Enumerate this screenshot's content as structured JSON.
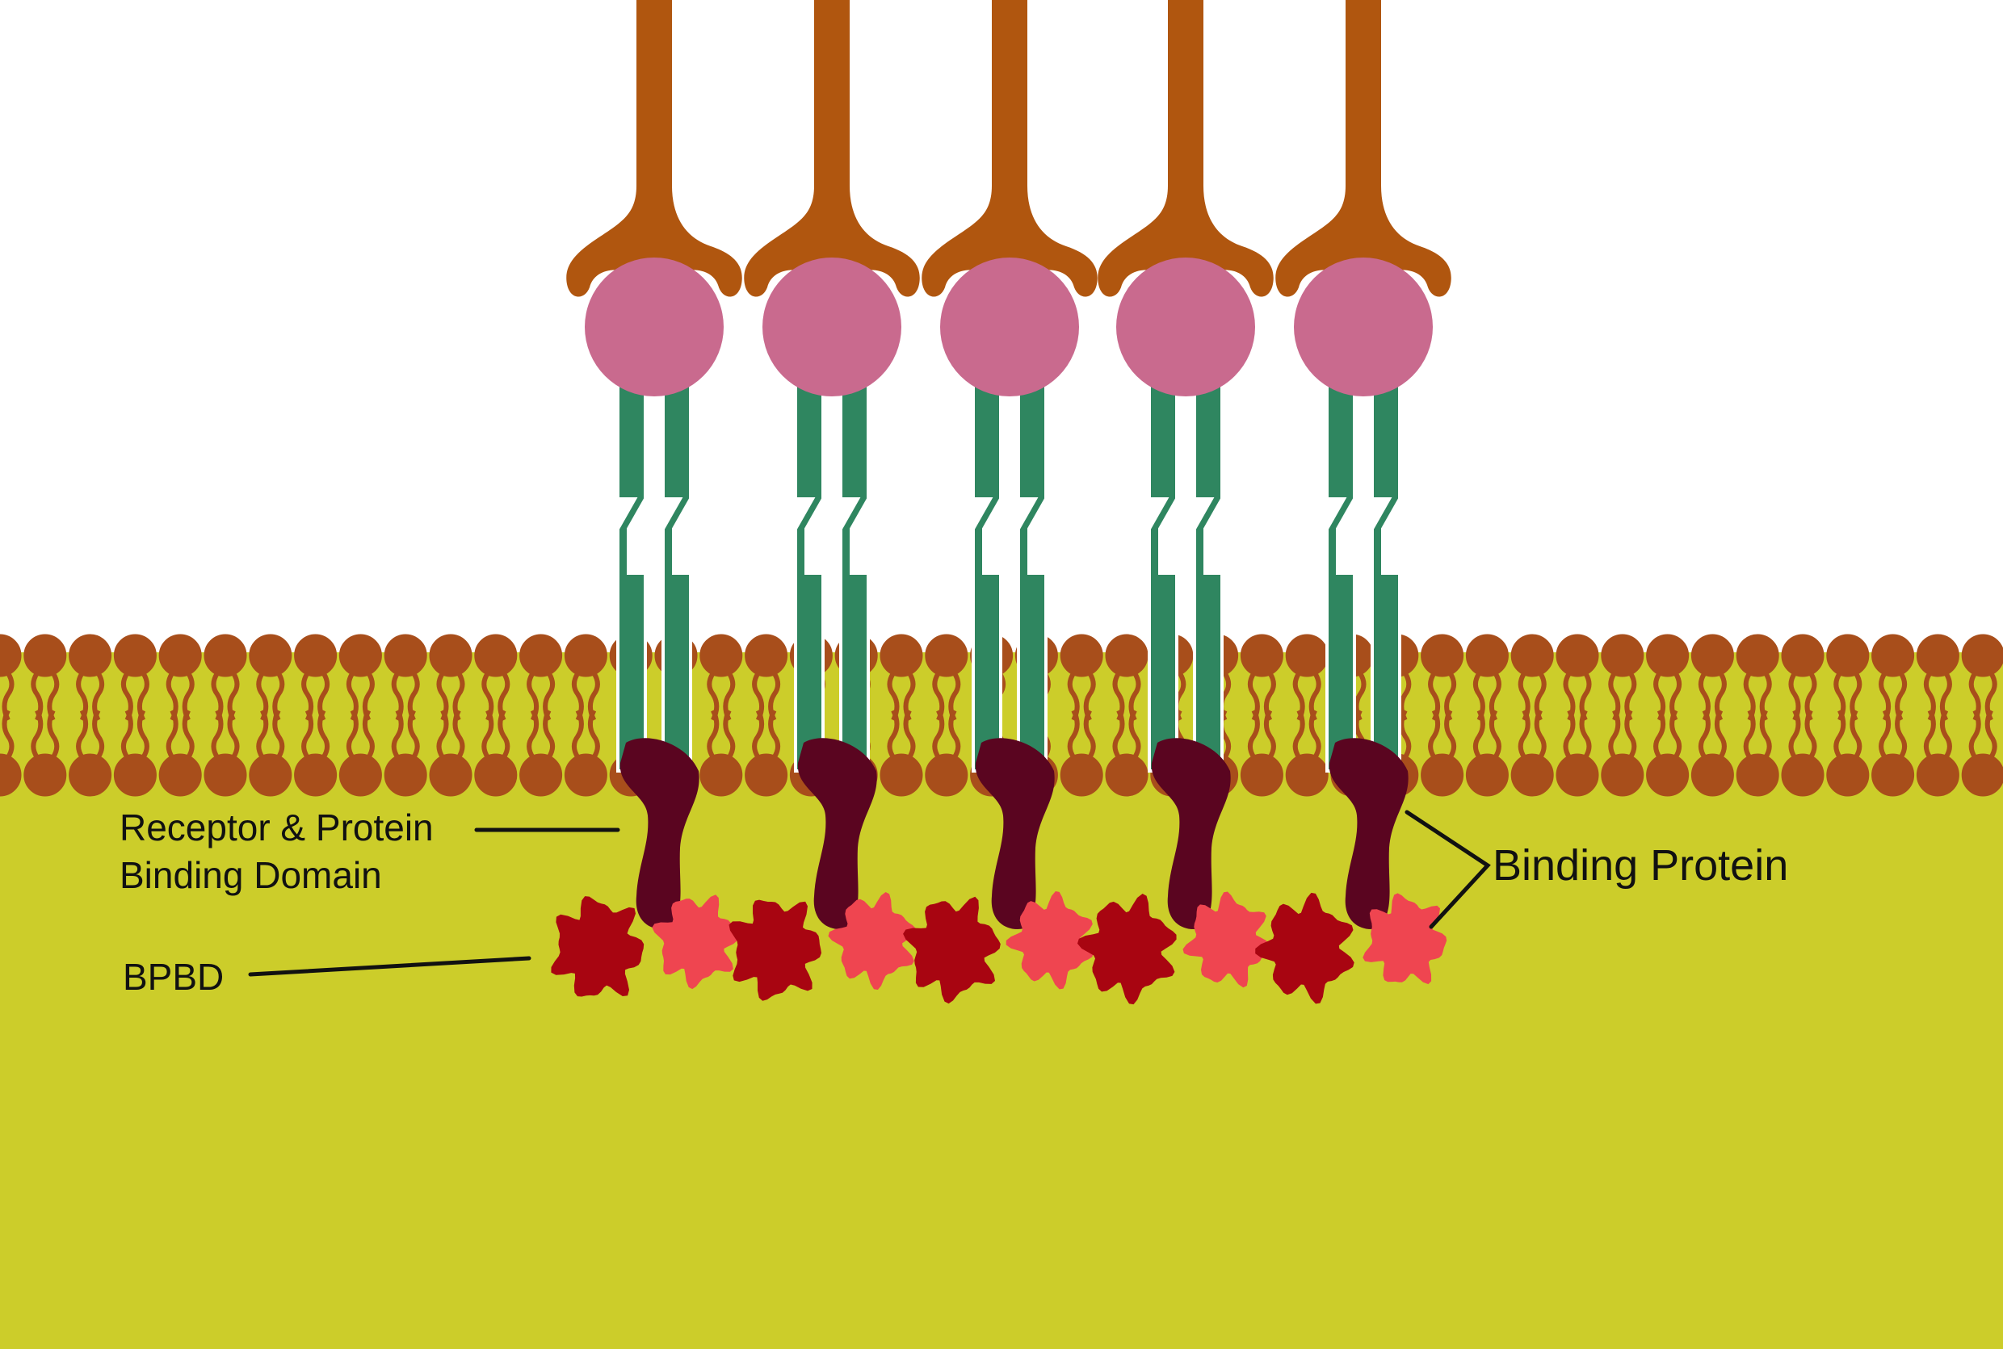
{
  "labels": {
    "receptor_line1": "Receptor & Protein",
    "receptor_line2": "Binding Domain",
    "bpbd": "BPBD",
    "binding_protein": "Binding Protein"
  },
  "receptor_count": 5,
  "colors": {
    "background": "#ffffff",
    "cytoplasm": "#cccd2a",
    "lipid_head": "#a84e1b",
    "ligand": "#b0560f",
    "ligand_ball": "#c96a8e",
    "receptor_helix": "#2f8660",
    "binding_domain": "#5a0520",
    "bpbd": "#a80511",
    "binding_protein_pink": "#ef4550",
    "line": "#111111"
  },
  "icons": [
    "lipid-bilayer",
    "receptor",
    "ligand",
    "binding-protein"
  ]
}
